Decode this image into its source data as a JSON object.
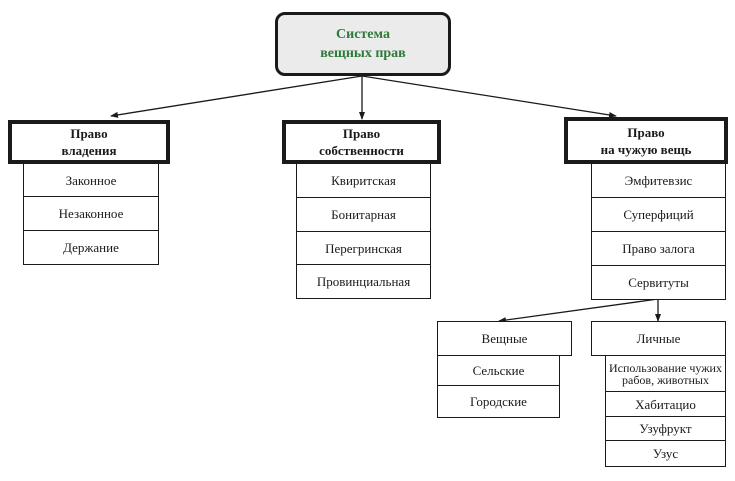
{
  "root": {
    "title": "Система\nвещных прав",
    "color": "#2d7a3a"
  },
  "branches": [
    {
      "title": "Право\nвладения",
      "items": [
        "Законное",
        "Незаконное",
        "Держание"
      ]
    },
    {
      "title": "Право\nсобственности",
      "items": [
        "Квиритская",
        "Бонитарная",
        "Перегринская",
        "Провинциальная"
      ]
    },
    {
      "title": "Право\nна чужую вещь",
      "items": [
        "Эмфитевзис",
        "Суперфиций",
        "Право залога",
        "Сервитуты"
      ]
    }
  ],
  "servitudes": {
    "real": {
      "title": "Вещные",
      "items": [
        "Сельские",
        "Городские"
      ]
    },
    "personal": {
      "title": "Личные",
      "items": [
        "Использование чужих\nрабов, животных",
        "Хабитацио",
        "Узуфрукт",
        "Узус"
      ]
    }
  }
}
